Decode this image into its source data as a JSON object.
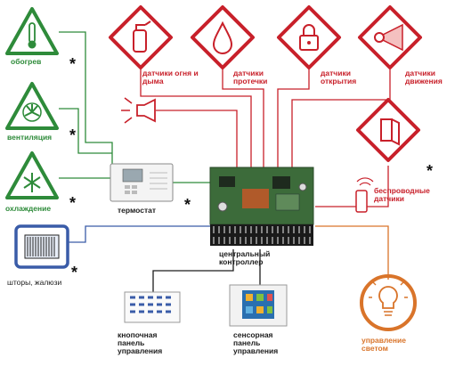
{
  "sensors": {
    "fire": "датчики огня и дыма",
    "leak": "датчики протечки",
    "open": "датчики открытия",
    "motion": "датчики движения",
    "wireless": "беспроводные датчики"
  },
  "climate": {
    "heating": "обогрев",
    "ventilation": "вентиляция",
    "cooling": "охлаждение"
  },
  "devices": {
    "thermostat": "термостат",
    "controller": "центральный контроллер",
    "blinds": "шторы, жалюзи",
    "keypad": "кнопочная панель управления",
    "touch": "сенсорная панель управления",
    "lighting": "управление светом"
  },
  "marker": "*",
  "colors": {
    "sensor_red": "#c8202a",
    "climate_green": "#2e8b3a",
    "blinds_blue": "#3a5ca8",
    "light_orange": "#d9742a",
    "board_green": "#3c6b3a"
  }
}
